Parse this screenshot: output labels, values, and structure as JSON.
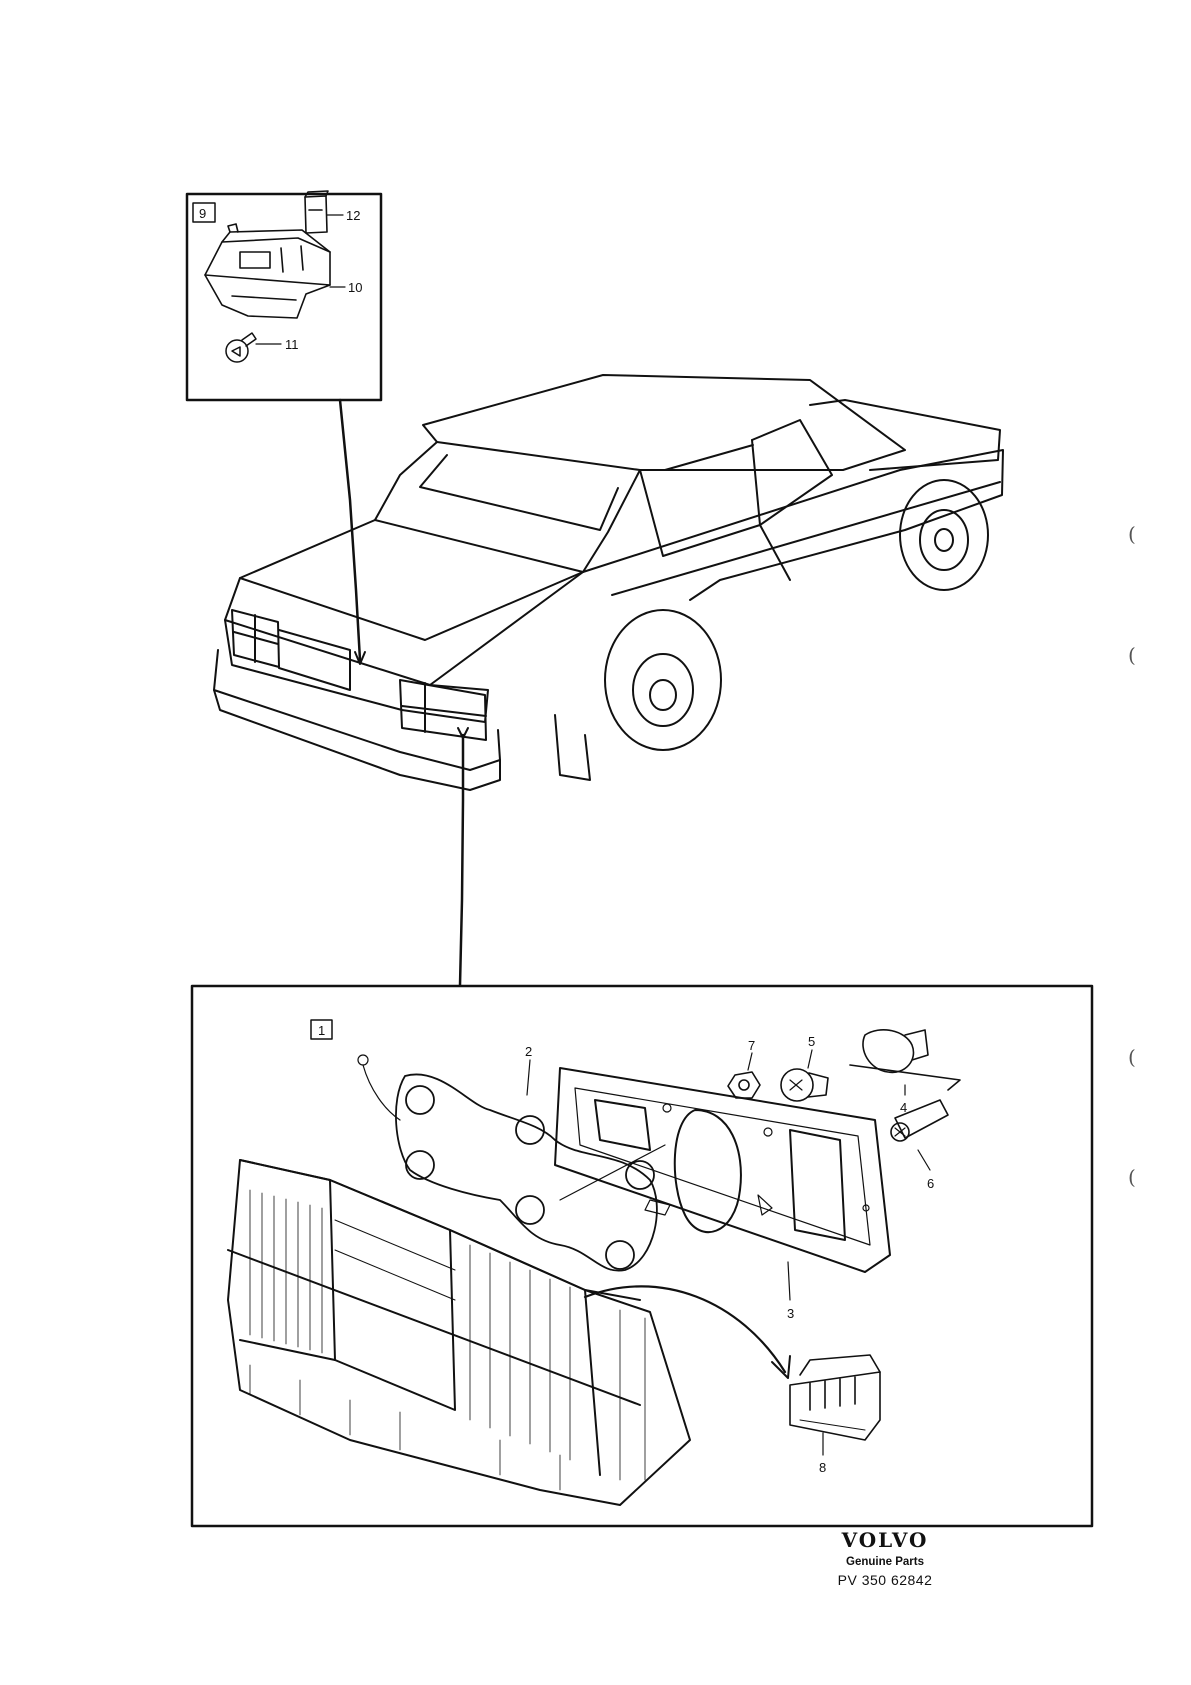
{
  "inset_licence_lamp": {
    "group_number": "9",
    "callouts": [
      "12",
      "10",
      "11"
    ]
  },
  "inset_tail_lamp": {
    "group_number": "1",
    "callouts": [
      "2",
      "7",
      "5",
      "4",
      "6",
      "3",
      "8"
    ]
  },
  "footer": {
    "brand": "VOLVO",
    "subtitle": "Genuine Parts",
    "reference": "PV 350 62842"
  },
  "margin_marks": [
    "(",
    "(",
    "(",
    "("
  ],
  "colors": {
    "ink": "#111111",
    "paper": "#ffffff"
  }
}
